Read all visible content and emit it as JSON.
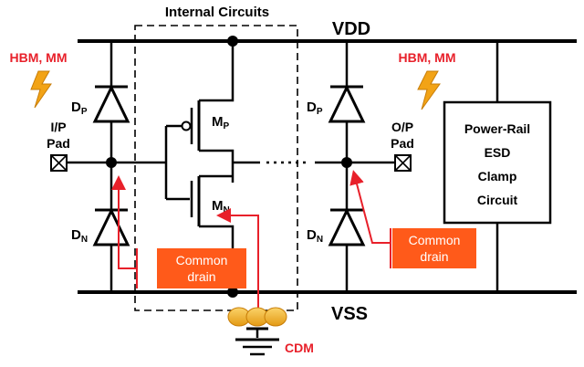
{
  "title": "Internal Circuits",
  "rails": {
    "vdd": "VDD",
    "vss": "VSS"
  },
  "hbm_left": "HBM, MM",
  "hbm_right": "HBM, MM",
  "io_pad": {
    "line1": "I/P",
    "line2": "Pad"
  },
  "op_pad": {
    "line1": "O/P",
    "line2": "Pad"
  },
  "diodes": {
    "left_top": {
      "main": "D",
      "sub": "P"
    },
    "left_bottom": {
      "main": "D",
      "sub": "N"
    },
    "right_top": {
      "main": "D",
      "sub": "P"
    },
    "right_bottom": {
      "main": "D",
      "sub": "N"
    }
  },
  "transistors": {
    "pmos": {
      "main": "M",
      "sub": "P"
    },
    "nmos": {
      "main": "M",
      "sub": "N"
    }
  },
  "common_drain_left": {
    "line1": "Common",
    "line2": "drain"
  },
  "common_drain_right": {
    "line1": "Common",
    "line2": "drain"
  },
  "clamp": {
    "line1": "Power-Rail",
    "line2": "ESD",
    "line3": "Clamp",
    "line4": "Circuit"
  },
  "cdm": "CDM",
  "colors": {
    "red": "#e8202a",
    "orange": "#ff5a1a",
    "bolt": "#f2a316",
    "ball": "#f4b533",
    "line": "#000000"
  }
}
